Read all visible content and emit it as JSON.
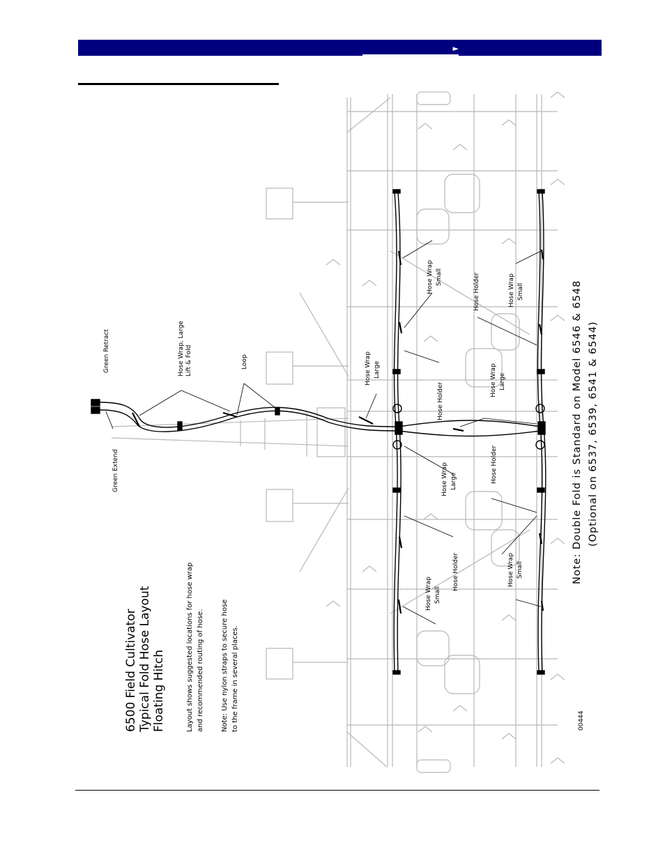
{
  "header": {
    "nav_arrow": "►"
  },
  "title_block": {
    "line1": "6500 Field Cultivator",
    "line2": "Typical Fold Hose Layout",
    "line3": "Floating Hitch",
    "desc1": "Layout shows suggested locations for hose wrap",
    "desc2": "and recommended routing of hose.",
    "note1": "Note:  Use nylon straps to secure hose",
    "note2": "to the frame in several places."
  },
  "callouts": {
    "green_retract": "Green Retract",
    "green_extend": "Green Extend",
    "hose_wrap_large_lift_1": "Hose Wrap, Large",
    "hose_wrap_large_lift_2": "Lift & Fold",
    "loop": "Loop",
    "hose_wrap": "Hose Wrap",
    "large": "Large",
    "small": "Small",
    "hose_holder": "Hose Holder"
  },
  "bottom_note": {
    "line1": "Note:   Double Fold is Standard on Model 6546 & 6548",
    "line2": "(Optional on 6537, 6539, 6541 & 6544)"
  },
  "figure_number": "00444"
}
